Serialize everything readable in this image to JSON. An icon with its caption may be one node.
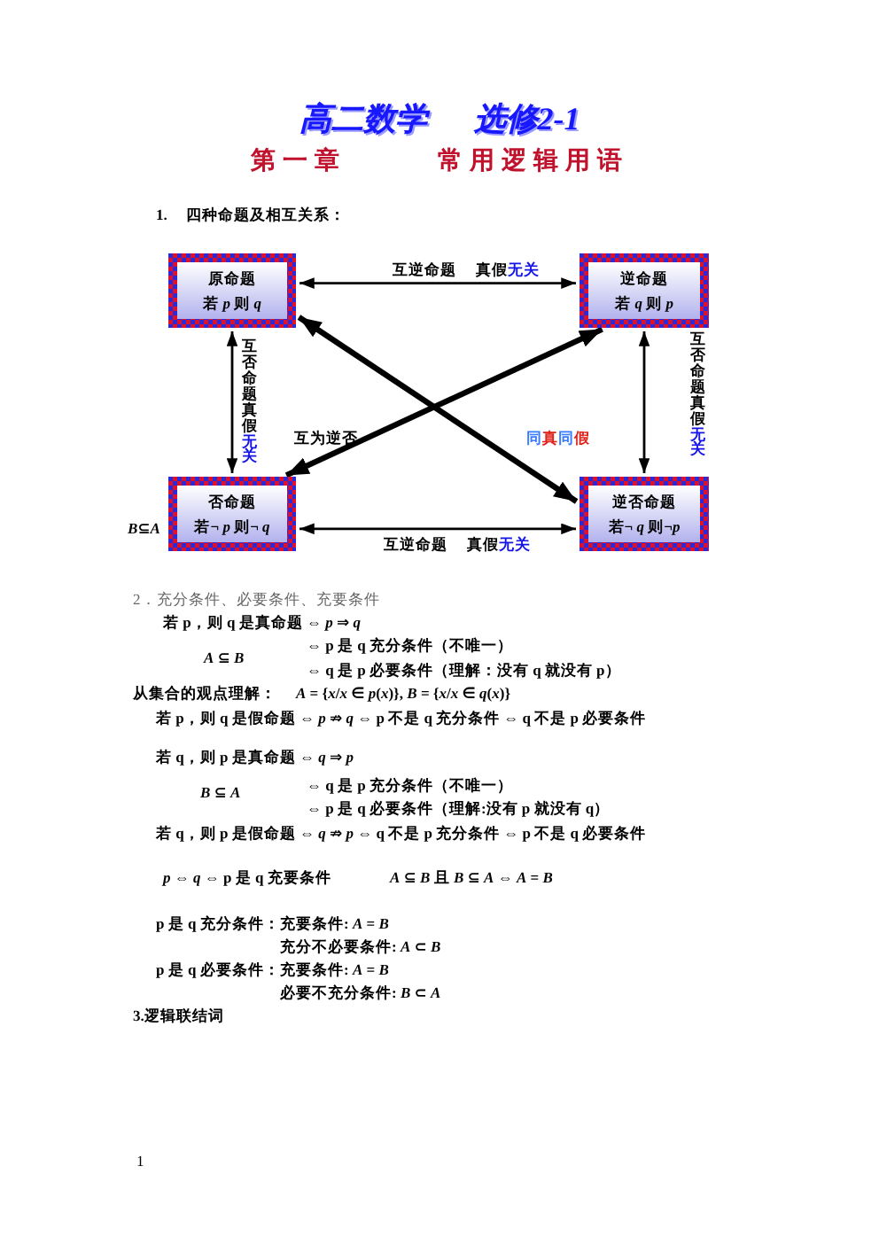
{
  "diagram": {
    "title": "高二数学 选修2-1",
    "nodes": [
      {
        "text": [
          "原命题",
          "若 *p* 则 *q*"
        ]
      },
      {
        "text": [
          "逆命题",
          "若 *q* 则 *p*"
        ]
      },
      {
        "text": [
          "否命题",
          "若¬ *p* 则¬ *q*"
        ]
      },
      {
        "text": [
          "逆否命题",
          "若¬ *q* 则¬*p*"
        ]
      }
    ],
    "edges": [
      {
        "from": 0,
        "to": 1,
        "arrow": "both",
        "label": "互逆命题 真假无关"
      },
      {
        "from": 0,
        "to": 2,
        "arrow": "both",
        "label": "互否命题真假无关"
      },
      {
        "from": 1,
        "to": 3,
        "arrow": "both",
        "label": "互否命题真假无关"
      },
      {
        "from": 2,
        "to": 3,
        "arrow": "both",
        "label": "互逆命题 真假无关"
      },
      {
        "from": 0,
        "to": 3,
        "arrow": "both",
        "label": "同真同假",
        "style": "thick"
      },
      {
        "from": 1,
        "to": 2,
        "arrow": "both",
        "label": "互为逆否",
        "style": "thick"
      }
    ],
    "labels": [
      "第一章 常用逻辑用语",
      "1.",
      "四种命题及相互关系：",
      "*B*⊆*A*",
      "2．充分条件、必要条件、充要条件",
      "若 p，则 q 是真命题 ⇔ *p* ⇒ *q*",
      "*A* ⊆ *B*",
      "⇔ p 是 q 充分条件（不唯一）",
      "⇔ q 是 p 必要条件（理解：没有 q 就没有 p）",
      "从集合的观点理解：",
      "*A* = {*x*/*x* ∈ *p*(*x*)}, *B* = {*x*/*x* ∈ *q*(*x*)}",
      "若 p，则 q 是假命题 ⇔ *p* ⇏ *q* ⇔ p 不是 q 充分条件 ⇔ q 不是 p 必要条件",
      "若 q，则 p 是真命题 ⇔ *q* ⇒ *p*",
      "*B* ⊆ *A*",
      "⇔ q 是 p 充分条件（不唯一）",
      "⇔ p 是 q 必要条件（理解:没有 p 就没有 q）",
      "若 q，则 p 是假命题 ⇔ *q* ⇏ *p* ⇔ q 不是 p 充分条件 ⇔ p 不是 q 必要条件",
      "*p* ⇔ *q* ⇔ p 是 q 充要条件",
      "*A* ⊆ *B* 且 *B* ⊆ *A* ⇔ *A* = *B*",
      "p 是 q 充分条件：",
      "充要条件: *A* = *B*",
      "充分不必要条件: *A* ⊂ *B*",
      "p 是 q 必要条件：",
      "充要条件: *A* = *B*",
      "必要不充分条件: *B* ⊂ *A*",
      "3.逻辑联结词",
      "1"
    ]
  }
}
